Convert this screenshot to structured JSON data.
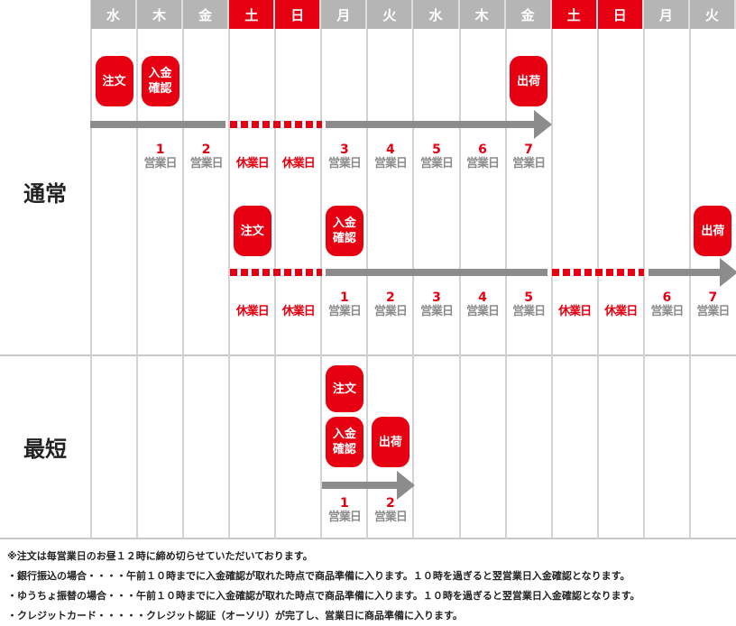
{
  "days": [
    {
      "label": "水",
      "holiday": false
    },
    {
      "label": "木",
      "holiday": false
    },
    {
      "label": "金",
      "holiday": false
    },
    {
      "label": "土",
      "holiday": true
    },
    {
      "label": "日",
      "holiday": true
    },
    {
      "label": "月",
      "holiday": false
    },
    {
      "label": "火",
      "holiday": false
    },
    {
      "label": "水",
      "holiday": false
    },
    {
      "label": "木",
      "holiday": false
    },
    {
      "label": "金",
      "holiday": false
    },
    {
      "label": "土",
      "holiday": true
    },
    {
      "label": "日",
      "holiday": true
    },
    {
      "label": "月",
      "holiday": false
    },
    {
      "label": "火",
      "holiday": false
    }
  ],
  "sections": [
    {
      "label": "通常"
    },
    {
      "label": "最短"
    }
  ],
  "business_day_suffix": "営業日",
  "holiday_label": "休業日",
  "steps": {
    "order": "注文",
    "payment": "入金\n確認",
    "ship": "出荷"
  },
  "rows": [
    {
      "badges": [
        {
          "col": 0,
          "step": "order"
        },
        {
          "col": 1,
          "step": "payment"
        },
        {
          "col": 9,
          "step": "ship"
        }
      ],
      "labels": [
        {
          "col": 1,
          "n": "1"
        },
        {
          "col": 2,
          "n": "2"
        },
        {
          "col": 3,
          "off": true
        },
        {
          "col": 4,
          "off": true
        },
        {
          "col": 5,
          "n": "3"
        },
        {
          "col": 6,
          "n": "4"
        },
        {
          "col": 7,
          "n": "5"
        },
        {
          "col": 8,
          "n": "6"
        },
        {
          "col": 9,
          "n": "7"
        }
      ]
    },
    {
      "badges": [
        {
          "col": 3,
          "step": "order"
        },
        {
          "col": 5,
          "step": "payment"
        },
        {
          "col": 13,
          "step": "ship"
        }
      ],
      "labels": [
        {
          "col": 3,
          "off": true
        },
        {
          "col": 4,
          "off": true
        },
        {
          "col": 5,
          "n": "1"
        },
        {
          "col": 6,
          "n": "2"
        },
        {
          "col": 7,
          "n": "3"
        },
        {
          "col": 8,
          "n": "4"
        },
        {
          "col": 9,
          "n": "5"
        },
        {
          "col": 10,
          "off": true
        },
        {
          "col": 11,
          "off": true
        },
        {
          "col": 12,
          "n": "6"
        },
        {
          "col": 13,
          "n": "7"
        }
      ]
    },
    {
      "badges": [
        {
          "col": 5,
          "step": "order",
          "upper": true
        },
        {
          "col": 5,
          "step": "payment"
        },
        {
          "col": 6,
          "step": "ship"
        }
      ],
      "labels": [
        {
          "col": 5,
          "n": "1"
        },
        {
          "col": 6,
          "n": "2"
        }
      ]
    }
  ],
  "notes": [
    "※注文は毎営業日のお昼１２時に締め切らせていただいております。",
    "・銀行振込の場合・・・・午前１０時までに入金確認が取れた時点で商品準備に入ります。１０時を過ぎると翌営業日入金確認となります。",
    "・ゆうちょ振替の場合・・・午前１０時までに入金確認が取れた時点で商品準備に入ります。１０時を過ぎると翌営業日入金確認となります。",
    "・クレジットカード・・・・・クレジット認証（オーソリ）が完了し、営業日に商品準備に入ります。"
  ]
}
